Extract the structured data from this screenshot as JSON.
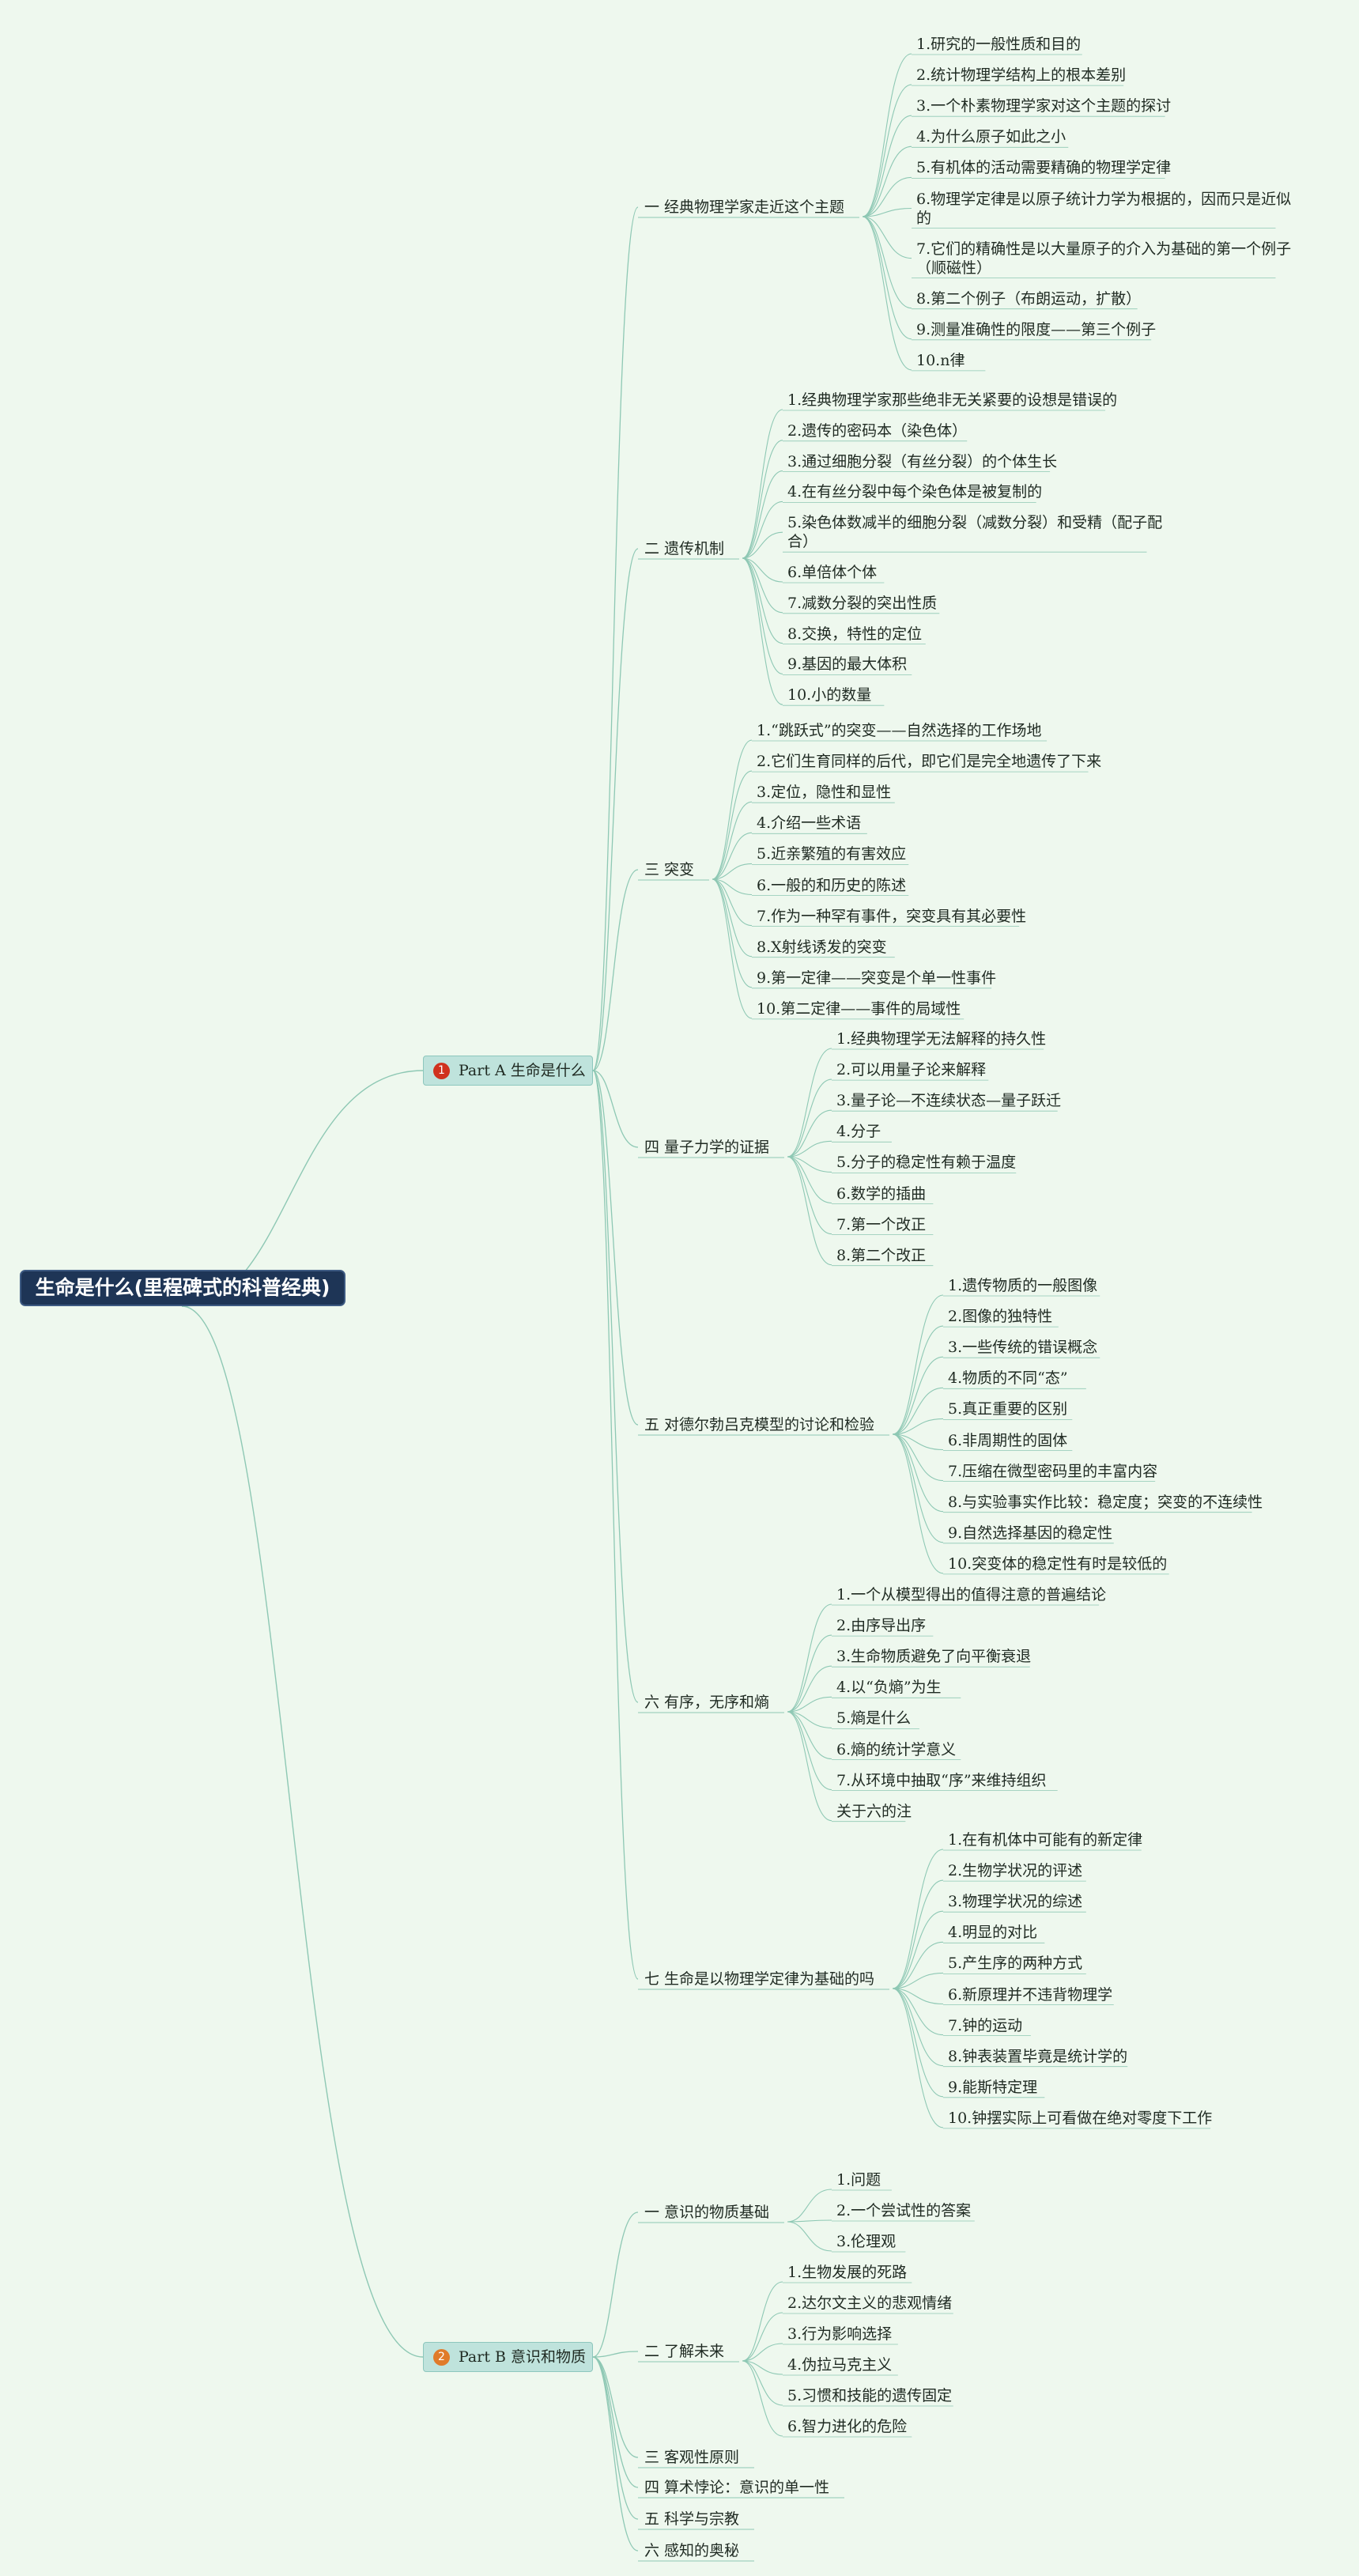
{
  "root": "生命是什么(里程碑式的科普经典)",
  "colors": {
    "background": "#eef8ee",
    "line": "#8ec8b4",
    "root_fill": "#1e3556",
    "part_fill": "#bfe3dc",
    "badge_a": "#d0321e",
    "badge_b": "#e07b2a"
  },
  "parts": [
    {
      "badge": "1",
      "label": "Part A 生命是什么",
      "chapters": [
        {
          "label": "一 经典物理学家走近这个主题",
          "items": [
            "1.研究的一般性质和目的",
            "2.统计物理学结构上的根本差别",
            "3.一个朴素物理学家对这个主题的探讨",
            "4.为什么原子如此之小",
            "5.有机体的活动需要精确的物理学定律",
            [
              "6.物理学定律是以原子统计力学为根据的，因而只是近似",
              "的"
            ],
            [
              "7.它们的精确性是以大量原子的介入为基础的第一个例子",
              "（顺磁性）"
            ],
            "8.第二个例子（布朗运动，扩散）",
            "9.测量准确性的限度——第三个例子",
            "10.n律"
          ]
        },
        {
          "label": "二 遗传机制",
          "items": [
            "1.经典物理学家那些绝非无关紧要的设想是错误的",
            "2.遗传的密码本（染色体）",
            "3.通过细胞分裂（有丝分裂）的个体生长",
            "4.在有丝分裂中每个染色体是被复制的",
            [
              "5.染色体数减半的细胞分裂（减数分裂）和受精（配子配",
              "合）"
            ],
            "6.单倍体个体",
            "7.减数分裂的突出性质",
            "8.交换，特性的定位",
            "9.基因的最大体积",
            "10.小的数量"
          ]
        },
        {
          "label": "三 突变",
          "items": [
            "1.“跳跃式”的突变——自然选择的工作场地",
            "2.它们生育同样的后代，即它们是完全地遗传了下来",
            "3.定位，隐性和显性",
            "4.介绍一些术语",
            "5.近亲繁殖的有害效应",
            "6.一般的和历史的陈述",
            "7.作为一种罕有事件，突变具有其必要性",
            "8.X射线诱发的突变",
            "9.第一定律——突变是个单一性事件",
            "10.第二定律——事件的局域性"
          ]
        },
        {
          "label": "四 量子力学的证据",
          "items": [
            "1.经典物理学无法解释的持久性",
            "2.可以用量子论来解释",
            "3.量子论—不连续状态—量子跃迁",
            "4.分子",
            "5.分子的稳定性有赖于温度",
            "6.数学的插曲",
            "7.第一个改正",
            "8.第二个改正"
          ]
        },
        {
          "label": "五 对德尔勃吕克模型的讨论和检验",
          "items": [
            "1.遗传物质的一般图像",
            "2.图像的独特性",
            "3.一些传统的错误概念",
            "4.物质的不同“态”",
            "5.真正重要的区别",
            "6.非周期性的固体",
            "7.压缩在微型密码里的丰富内容",
            "8.与实验事实作比较：稳定度；突变的不连续性",
            "9.自然选择基因的稳定性",
            "10.突变体的稳定性有时是较低的"
          ]
        },
        {
          "label": "六 有序，无序和熵",
          "items": [
            "1.一个从模型得出的值得注意的普遍结论",
            "2.由序导出序",
            "3.生命物质避免了向平衡衰退",
            "4.以“负熵”为生",
            "5.熵是什么",
            "6.熵的统计学意义",
            "7.从环境中抽取“序”来维持组织",
            "关于六的注"
          ]
        },
        {
          "label": "七 生命是以物理学定律为基础的吗",
          "items": [
            "1.在有机体中可能有的新定律",
            "2.生物学状况的评述",
            "3.物理学状况的综述",
            "4.明显的对比",
            "5.产生序的两种方式",
            "6.新原理并不违背物理学",
            "7.钟的运动",
            "8.钟表装置毕竟是统计学的",
            "9.能斯特定理",
            "10.钟摆实际上可看做在绝对零度下工作"
          ]
        }
      ]
    },
    {
      "badge": "2",
      "label": "Part B 意识和物质",
      "chapters": [
        {
          "label": "一 意识的物质基础",
          "items": [
            "1.问题",
            "2.一个尝试性的答案",
            "3.伦理观"
          ]
        },
        {
          "label": "二 了解未来",
          "items": [
            "1.生物发展的死路",
            "2.达尔文主义的悲观情绪",
            "3.行为影响选择",
            "4.伪拉马克主义",
            "5.习惯和技能的遗传固定",
            "6.智力进化的危险"
          ]
        },
        {
          "label": "三 客观性原则",
          "items": []
        },
        {
          "label": "四 算术悖论：意识的单一性",
          "items": []
        },
        {
          "label": "五 科学与宗教",
          "items": []
        },
        {
          "label": "六 感知的奥秘",
          "items": []
        }
      ]
    }
  ]
}
